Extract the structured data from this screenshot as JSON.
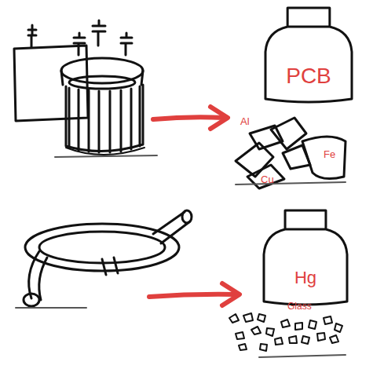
{
  "diagram": {
    "nodes": [
      {
        "text": [
          "PCB"
        ]
      },
      {
        "text": [
          "Hg"
        ]
      }
    ],
    "labels": [
      "Al",
      "Fe",
      "Cu",
      "Glass"
    ]
  }
}
